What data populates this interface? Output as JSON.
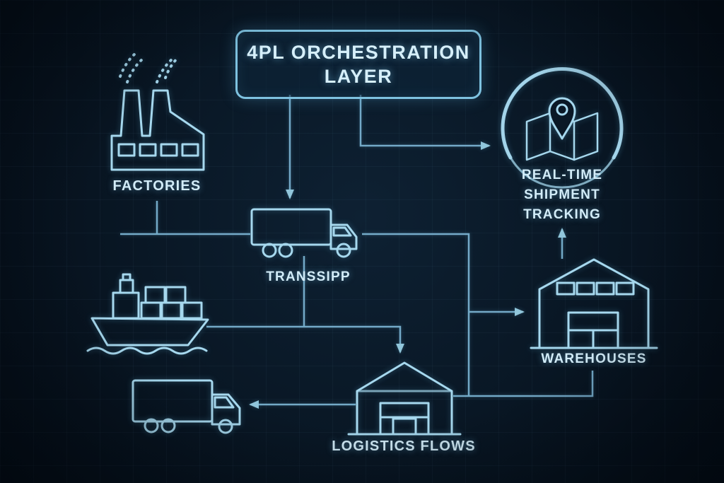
{
  "title": {
    "line1": "4PL ORCHESTRATION",
    "line2": "LAYER"
  },
  "labels": {
    "factories": "FACTORIES",
    "transshipp": "TRANSSIPP",
    "tracking_line1": "REAL-TIME",
    "tracking_line2": "SHIPMENT",
    "tracking_line3": "TRACKING",
    "warehouses": "WAREHOUSES",
    "logistics": "LOGISTICS FLOWS"
  },
  "icons": [
    "factory-icon",
    "cargo-ship-icon",
    "transshipp-truck-icon",
    "map-pin-tracking-icon",
    "warehouse-icon",
    "logistics-warehouse-icon",
    "delivery-truck-icon"
  ],
  "connections": [
    {
      "from": "4pl-orchestration-layer",
      "to": "transshipp-truck"
    },
    {
      "from": "4pl-orchestration-layer",
      "to": "real-time-shipment-tracking"
    },
    {
      "from": "factories",
      "to": "transshipp-truck"
    },
    {
      "from": "transshipp-truck",
      "to": "warehouses"
    },
    {
      "from": "cargo-ship",
      "to": "logistics-flows"
    },
    {
      "from": "warehouses",
      "to": "real-time-shipment-tracking"
    },
    {
      "from": "logistics-flows",
      "to": "delivery-truck"
    }
  ],
  "colors": {
    "background": "#081522",
    "icon_line": "#a6d8ee",
    "connector_line": "#7fb9d8",
    "text": "#d6effa"
  }
}
